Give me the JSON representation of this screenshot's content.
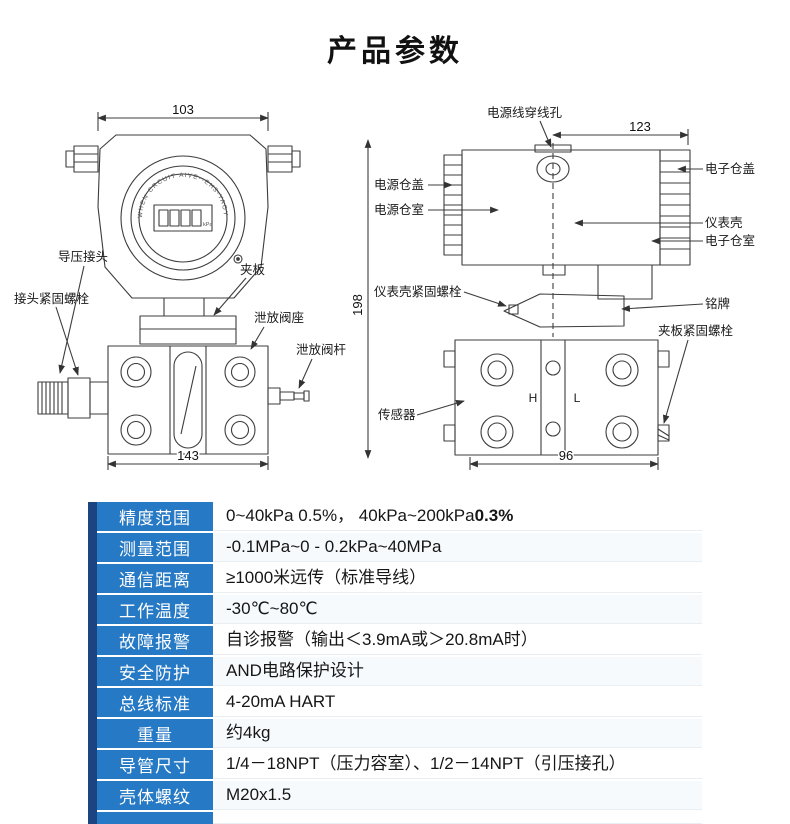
{
  "title": "产品参数",
  "colors": {
    "label_blue": "#2679c4",
    "accent_bar": "#1c4480",
    "line": "#3c3c3c"
  },
  "drawing": {
    "left": {
      "dim_top": "103",
      "dim_bottom": "143",
      "display_unit": "kPa",
      "ring_text": "WHEN CRCUIT AIVE--EH3-YAOYE 7APLOSVET 7MOSPRE",
      "labels": {
        "pressure_connector": "导压接头",
        "connector_bolt": "接头紧固螺栓",
        "clamp_plate": "夹板",
        "relief_valve_seat": "泄放阀座",
        "relief_valve_stem": "泄放阀杆"
      }
    },
    "right": {
      "dim_top": "123",
      "dim_height": "198",
      "dim_bottom": "96",
      "labels": {
        "cable_entry": "电源线穿线孔",
        "power_cover": "电源仓盖",
        "power_chamber": "电源仓室",
        "electronics_cover": "电子仓盖",
        "meter_housing": "仪表壳",
        "electronics_chamber": "电子仓室",
        "housing_bolt": "仪表壳紧固螺栓",
        "nameplate": "铭牌",
        "clamp_bolt": "夹板紧固螺栓",
        "sensor": "传感器",
        "port_h": "H",
        "port_l": "L"
      }
    }
  },
  "table": {
    "rows": [
      {
        "label": "精度范围",
        "value": "0~40kPa 0.5%， 40kPa~200kPa",
        "value_strong": "0.3%"
      },
      {
        "label": "测量范围",
        "value": "-0.1MPa~0 - 0.2kPa~40MPa"
      },
      {
        "label": "通信距离",
        "value": "≥1000米远传（标准导线）"
      },
      {
        "label": "工作温度",
        "value": "-30℃~80℃"
      },
      {
        "label": "故障报警",
        "value": "自诊报警（输出＜3.9mA或＞20.8mA时）"
      },
      {
        "label": "安全防护",
        "value": "AND电路保护设计"
      },
      {
        "label": "总线标准",
        "value": "4-20mA HART"
      },
      {
        "label": "重量",
        "value": "约4kg"
      },
      {
        "label": "导管尺寸",
        "value": "1/4－18NPT（压力容室）、1/2－14NPT（引压接孔）"
      },
      {
        "label": "壳体螺纹",
        "value": "M20x1.5"
      }
    ]
  }
}
